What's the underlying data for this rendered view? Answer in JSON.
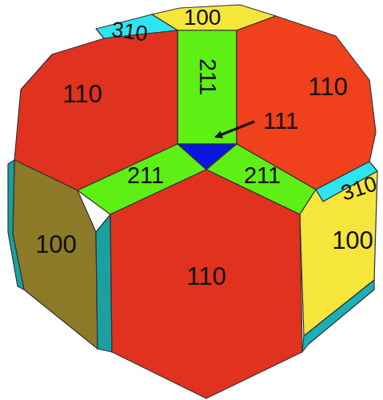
{
  "diagram": {
    "labels": [
      "310",
      "100",
      "211",
      "110",
      "110",
      "111",
      "211",
      "211",
      "310",
      "100",
      "100",
      "110"
    ]
  }
}
